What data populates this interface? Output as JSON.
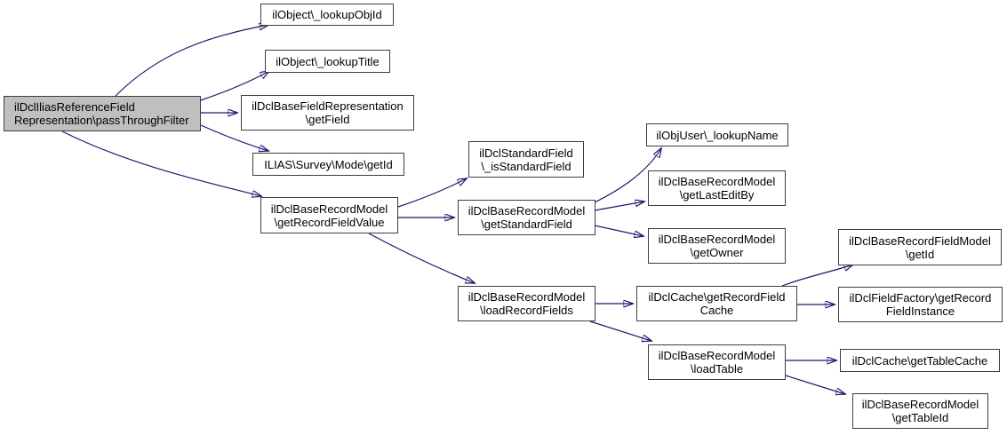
{
  "diagram": {
    "type": "call-graph",
    "colors": {
      "background": "#ffffff",
      "edge": "#191970",
      "node_fill": "#ffffff",
      "root_fill": "#bfbfbf",
      "border": "#3d3d3d",
      "text": "#000000"
    }
  },
  "nodes": [
    {
      "id": "passThroughFilter",
      "is_root": true,
      "lines": [
        "ilDclIliasReferenceField",
        "Representation\\passThroughFilter"
      ]
    },
    {
      "id": "lookupObjId",
      "lines": [
        "ilObject\\_lookupObjId"
      ]
    },
    {
      "id": "lookupTitle",
      "lines": [
        "ilObject\\_lookupTitle"
      ]
    },
    {
      "id": "getField",
      "lines": [
        "ilDclBaseFieldRepresentation",
        "\\getField"
      ]
    },
    {
      "id": "surveyModeGetId",
      "lines": [
        "ILIAS\\Survey\\Mode\\getId"
      ]
    },
    {
      "id": "getRecordFieldValue",
      "lines": [
        "ilDclBaseRecordModel",
        "\\getRecordFieldValue"
      ]
    },
    {
      "id": "isStandardField",
      "lines": [
        "ilDclStandardField",
        "\\_isStandardField"
      ]
    },
    {
      "id": "getStandardField",
      "lines": [
        "ilDclBaseRecordModel",
        "\\getStandardField"
      ]
    },
    {
      "id": "loadRecordFields",
      "lines": [
        "ilDclBaseRecordModel",
        "\\loadRecordFields"
      ]
    },
    {
      "id": "lookupName",
      "lines": [
        "ilObjUser\\_lookupName"
      ]
    },
    {
      "id": "getLastEditBy",
      "lines": [
        "ilDclBaseRecordModel",
        "\\getLastEditBy"
      ]
    },
    {
      "id": "getOwner",
      "lines": [
        "ilDclBaseRecordModel",
        "\\getOwner"
      ]
    },
    {
      "id": "getRecordFieldCache",
      "lines": [
        "ilDclCache\\getRecordField",
        "Cache"
      ]
    },
    {
      "id": "loadTable",
      "lines": [
        "ilDclBaseRecordModel",
        "\\loadTable"
      ]
    },
    {
      "id": "recordFieldModelGetId",
      "lines": [
        "ilDclBaseRecordFieldModel",
        "\\getId"
      ]
    },
    {
      "id": "getRecordFieldInstance",
      "lines": [
        "ilDclFieldFactory\\getRecord",
        "FieldInstance"
      ]
    },
    {
      "id": "getTableCache",
      "lines": [
        "ilDclCache\\getTableCache"
      ]
    },
    {
      "id": "getTableId",
      "lines": [
        "ilDclBaseRecordModel",
        "\\getTableId"
      ]
    }
  ],
  "edges": [
    {
      "from": "passThroughFilter",
      "to": "lookupObjId"
    },
    {
      "from": "passThroughFilter",
      "to": "lookupTitle"
    },
    {
      "from": "passThroughFilter",
      "to": "getField"
    },
    {
      "from": "passThroughFilter",
      "to": "surveyModeGetId"
    },
    {
      "from": "passThroughFilter",
      "to": "getRecordFieldValue"
    },
    {
      "from": "getRecordFieldValue",
      "to": "isStandardField"
    },
    {
      "from": "getRecordFieldValue",
      "to": "getStandardField"
    },
    {
      "from": "getRecordFieldValue",
      "to": "loadRecordFields"
    },
    {
      "from": "getStandardField",
      "to": "lookupName"
    },
    {
      "from": "getStandardField",
      "to": "getLastEditBy"
    },
    {
      "from": "getStandardField",
      "to": "getOwner"
    },
    {
      "from": "loadRecordFields",
      "to": "getRecordFieldCache"
    },
    {
      "from": "loadRecordFields",
      "to": "loadTable"
    },
    {
      "from": "getRecordFieldCache",
      "to": "recordFieldModelGetId"
    },
    {
      "from": "getRecordFieldCache",
      "to": "getRecordFieldInstance"
    },
    {
      "from": "loadTable",
      "to": "getTableCache"
    },
    {
      "from": "loadTable",
      "to": "getTableId"
    }
  ]
}
